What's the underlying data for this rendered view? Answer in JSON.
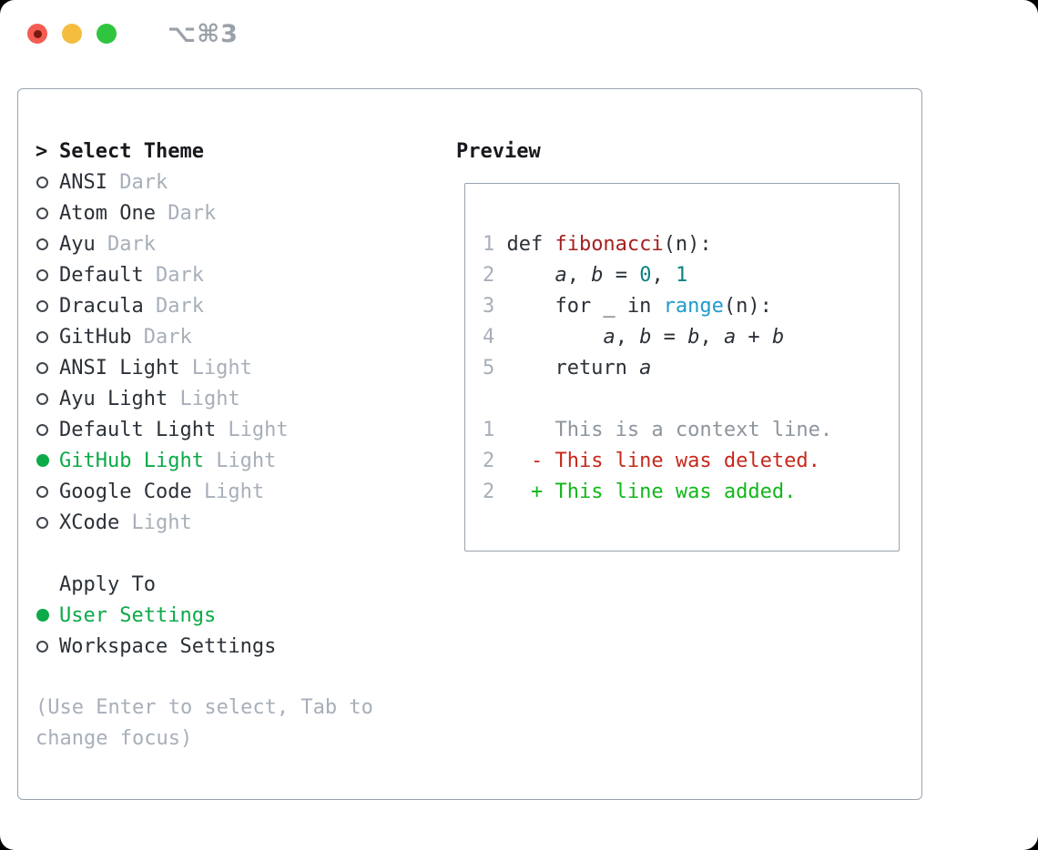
{
  "colors": {
    "ui_selected_green": "#0caa48",
    "diff_added_green": "#12b71b",
    "diff_deleted_red": "#c6291c",
    "syntax_function_red": "#a5201f",
    "syntax_number_teal": "#0d8282",
    "syntax_call_blue": "#1f9bca",
    "text_primary": "#2b3138",
    "text_muted": "#a7afb9",
    "text_context": "#8d959d",
    "border_gray": "#9aa3ad",
    "traffic_red": "#f45c52",
    "traffic_yellow": "#f5bd40",
    "traffic_green": "#30c53e",
    "shortcut_gray": "#9aa1a8"
  },
  "titlebar": {
    "shortcut": "⌥⌘3"
  },
  "theme_picker": {
    "prompt": ">",
    "header": "Select Theme",
    "items": [
      {
        "name": "ANSI",
        "tag": "Dark",
        "selected": false
      },
      {
        "name": "Atom One",
        "tag": "Dark",
        "selected": false
      },
      {
        "name": "Ayu",
        "tag": "Dark",
        "selected": false
      },
      {
        "name": "Default",
        "tag": "Dark",
        "selected": false
      },
      {
        "name": "Dracula",
        "tag": "Dark",
        "selected": false
      },
      {
        "name": "GitHub",
        "tag": "Dark",
        "selected": false
      },
      {
        "name": "ANSI Light",
        "tag": "Light",
        "selected": false
      },
      {
        "name": "Ayu Light",
        "tag": "Light",
        "selected": false
      },
      {
        "name": "Default Light",
        "tag": "Light",
        "selected": false
      },
      {
        "name": "GitHub Light",
        "tag": "Light",
        "selected": true
      },
      {
        "name": "Google Code",
        "tag": "Light",
        "selected": false
      },
      {
        "name": "XCode",
        "tag": "Light",
        "selected": false
      }
    ]
  },
  "apply_to": {
    "header": "Apply To",
    "options": [
      {
        "name": "User Settings",
        "selected": true
      },
      {
        "name": "Workspace Settings",
        "selected": false
      }
    ]
  },
  "hint": {
    "text": "(Use Enter to select, Tab to change focus)"
  },
  "preview": {
    "title": "Preview",
    "lines": [
      {
        "num": "1",
        "segs": [
          {
            "t": "def "
          },
          {
            "t": "fibonacci",
            "c": "fn"
          },
          {
            "t": "(n):"
          }
        ]
      },
      {
        "num": "2",
        "segs": [
          {
            "t": "    "
          },
          {
            "t": "a",
            "c": "var"
          },
          {
            "t": ", "
          },
          {
            "t": "b",
            "c": "var"
          },
          {
            "t": " = "
          },
          {
            "t": "0",
            "c": "num"
          },
          {
            "t": ", "
          },
          {
            "t": "1",
            "c": "num"
          }
        ]
      },
      {
        "num": "3",
        "segs": [
          {
            "t": "    for _ in "
          },
          {
            "t": "range",
            "c": "call"
          },
          {
            "t": "(n):"
          }
        ]
      },
      {
        "num": "4",
        "segs": [
          {
            "t": "        "
          },
          {
            "t": "a",
            "c": "var"
          },
          {
            "t": ", "
          },
          {
            "t": "b",
            "c": "var"
          },
          {
            "t": " = "
          },
          {
            "t": "b",
            "c": "var"
          },
          {
            "t": ", "
          },
          {
            "t": "a",
            "c": "var"
          },
          {
            "t": " + "
          },
          {
            "t": "b",
            "c": "var"
          }
        ]
      },
      {
        "num": "5",
        "segs": [
          {
            "t": "    return "
          },
          {
            "t": "a",
            "c": "var"
          }
        ]
      },
      {
        "num": "",
        "segs": []
      },
      {
        "num": "1",
        "segs": [
          {
            "t": "    "
          },
          {
            "t": "This is a context line.",
            "c": "ctx"
          }
        ]
      },
      {
        "num": "2",
        "segs": [
          {
            "t": "  "
          },
          {
            "t": "- This line was deleted.",
            "c": "del"
          }
        ]
      },
      {
        "num": "2",
        "segs": [
          {
            "t": "  "
          },
          {
            "t": "+ This line was added.",
            "c": "add"
          }
        ]
      }
    ]
  }
}
